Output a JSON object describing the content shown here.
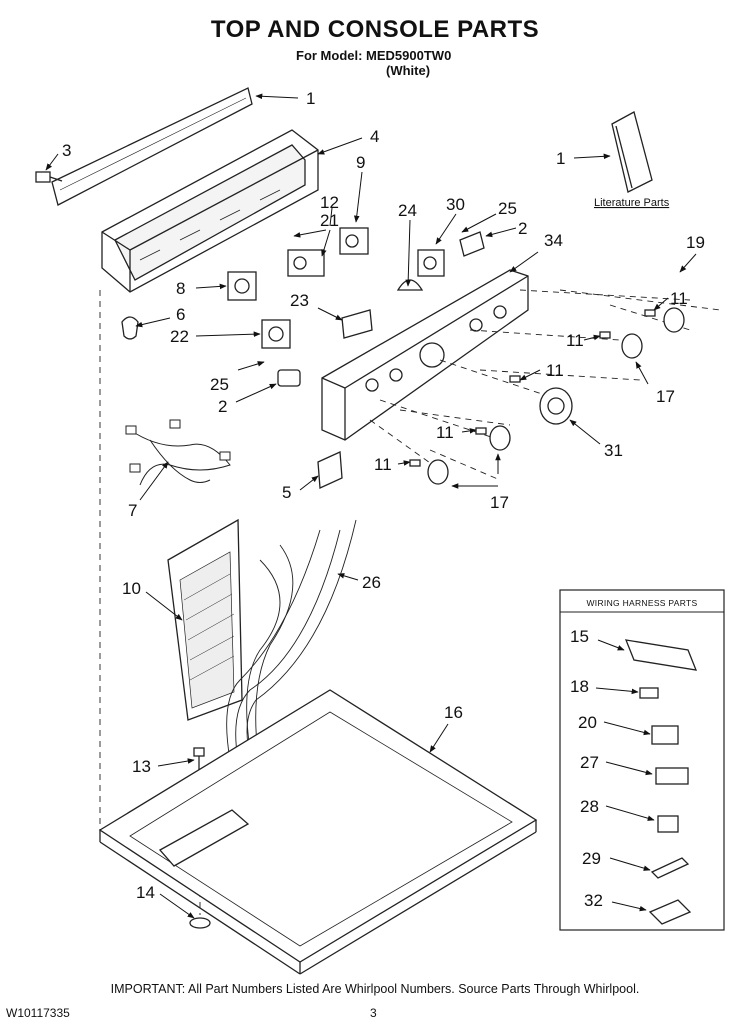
{
  "header": {
    "title": "TOP AND CONSOLE PARTS",
    "model_line": "For Model: MED5900TW0",
    "color_line": "(White)"
  },
  "literature": {
    "label": "Literature Parts"
  },
  "wiring_box": {
    "title": "WIRING HARNESS PARTS"
  },
  "callouts": {
    "c1a": "1",
    "c1b": "1",
    "c3": "3",
    "c4": "4",
    "c9": "9",
    "c12": "12",
    "c21": "21",
    "c24": "24",
    "c30": "30",
    "c25a": "25",
    "c2a": "2",
    "c34": "34",
    "c19": "19",
    "c8": "8",
    "c11a": "11",
    "c23": "23",
    "c6": "6",
    "c22": "22",
    "c11b": "11",
    "c25b": "25",
    "c2b": "2",
    "c11c": "11",
    "c17a": "17",
    "c11d": "11",
    "c31": "31",
    "c7": "7",
    "c5": "5",
    "c11e": "11",
    "c17b": "17",
    "c10": "10",
    "c26": "26",
    "c13": "13",
    "c16": "16",
    "c14": "14",
    "c15": "15",
    "c18": "18",
    "c20": "20",
    "c27": "27",
    "c28": "28",
    "c29": "29",
    "c32": "32"
  },
  "footer": {
    "important": "IMPORTANT: All Part Numbers Listed Are Whirlpool Numbers. Source Parts Through Whirlpool.",
    "doc_number": "W10117335",
    "page_number": "3"
  }
}
